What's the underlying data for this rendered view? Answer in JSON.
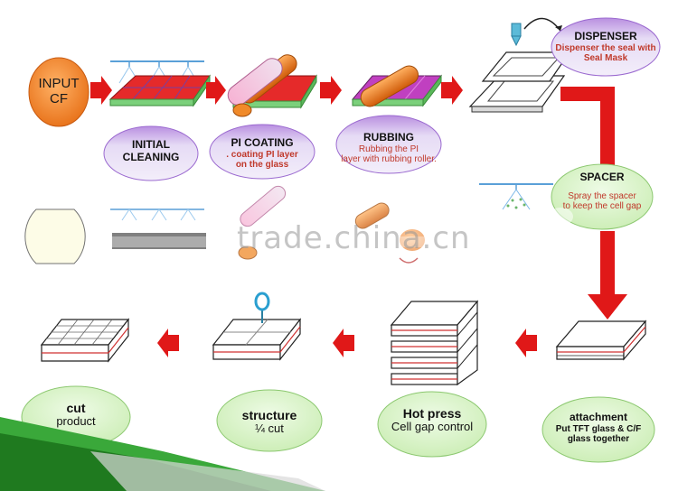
{
  "input": {
    "line1": "INPUT",
    "line2": "CF"
  },
  "steps": {
    "initial_cleaning": {
      "line1": "INITIAL",
      "line2": "CLEANING"
    },
    "pi_coating": {
      "title": "PI COATING",
      "desc1": ". coating PI layer",
      "desc2": "on the glass"
    },
    "rubbing": {
      "title": "RUBBING",
      "desc1": "Rubbing the PI",
      "desc2": "layer with rubbing roller."
    },
    "dispenser": {
      "title": "DISPENSER",
      "desc1": "Dispenser the seal with",
      "desc2": "Seal Mask"
    },
    "spacer": {
      "title": "SPACER",
      "desc1": "Spray the spacer",
      "desc2": "to keep the cell gap"
    },
    "attachment": {
      "title": "attachment",
      "desc1": "Put TFT glass &  C/F",
      "desc2": "glass together"
    },
    "hot_press": {
      "title": "Hot press",
      "desc1": "Cell gap control"
    },
    "structure": {
      "title": "structure",
      "desc1": "¼ cut"
    },
    "cut": {
      "title": "cut",
      "desc1": "product"
    }
  },
  "watermark": "trade.china.cn",
  "colors": {
    "arrow": "#e01818",
    "lavender": "#d9c7ee",
    "purple": "#8e44c0",
    "green": "#d4f0c2",
    "orange": "#f07a1a"
  }
}
